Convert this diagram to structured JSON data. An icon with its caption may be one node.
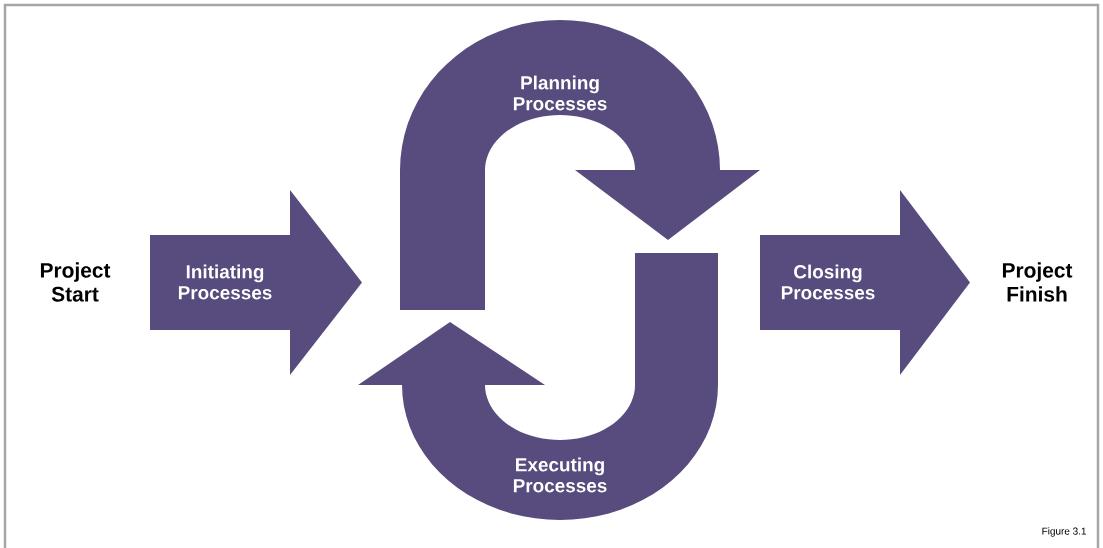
{
  "diagram": {
    "caption": "Figure 3.1",
    "nodes": [
      {
        "text": [
          "Initiating Processes"
        ]
      },
      {
        "text": [
          "Planning Processes"
        ]
      },
      {
        "text": [
          "Executing Processes"
        ]
      },
      {
        "text": [
          "Closing Processes"
        ]
      }
    ],
    "labels": [
      "Project Start",
      "Project Finish"
    ]
  }
}
